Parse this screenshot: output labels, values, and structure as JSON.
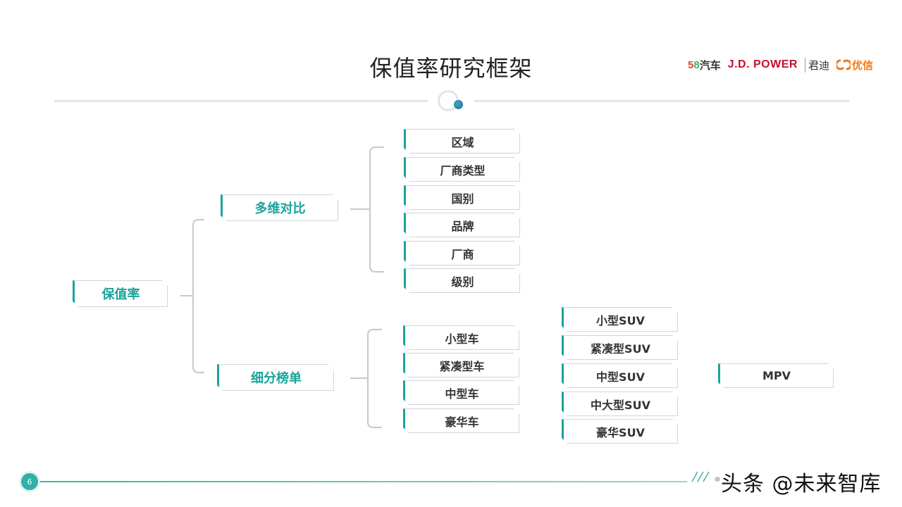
{
  "title": "保值率研究框架",
  "logos": {
    "logo1_num_5": "5",
    "logo1_num_8": "8",
    "logo1_text": "汽车",
    "logo2": "J.D. POWER",
    "logo3": "君迪",
    "logo4": "优信"
  },
  "root": "保值率",
  "branch1": {
    "label": "多维对比",
    "items": [
      "区域",
      "厂商类型",
      "国别",
      "品牌",
      "厂商",
      "级别"
    ]
  },
  "branch2": {
    "label": "细分榜单",
    "col1": [
      "小型车",
      "紧凑型车",
      "中型车",
      "豪华车"
    ],
    "col2": [
      "小型SUV",
      "紧凑型SUV",
      "中型SUV",
      "中大型SUV",
      "豪华SUV"
    ],
    "col3": [
      "MPV"
    ]
  },
  "footer": {
    "page_number": "6",
    "small_text": "中",
    "watermark": "头条 @未来智库"
  },
  "colors": {
    "accent": "#1aa39c",
    "brace": "#c8c8c8",
    "line": "#e4e4e4"
  }
}
